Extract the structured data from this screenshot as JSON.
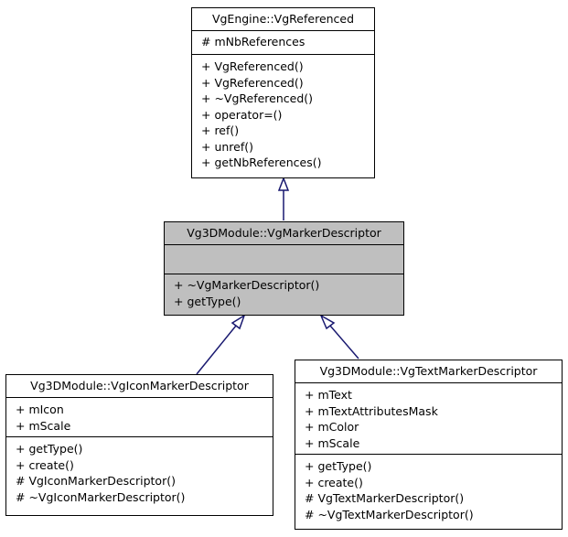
{
  "colors": {
    "edge": "#191970",
    "highlight_fill": "#bfbfbf",
    "box_border": "#000000"
  },
  "classes": {
    "vg_referenced": {
      "name": "VgEngine::VgReferenced",
      "attributes": [
        "# mNbReferences"
      ],
      "methods": [
        "+ VgReferenced()",
        "+ VgReferenced()",
        "+ ~VgReferenced()",
        "+ operator=()",
        "+ ref()",
        "+ unref()",
        "+ getNbReferences()"
      ]
    },
    "vg_marker_descriptor": {
      "name": "Vg3DModule::VgMarkerDescriptor",
      "attributes": [],
      "methods": [
        "+ ~VgMarkerDescriptor()",
        "+ getType()"
      ]
    },
    "vg_icon_marker_descriptor": {
      "name": "Vg3DModule::VgIconMarkerDescriptor",
      "attributes": [
        "+ mIcon",
        "+ mScale"
      ],
      "methods": [
        "+ getType()",
        "+ create()",
        "# VgIconMarkerDescriptor()",
        "# ~VgIconMarkerDescriptor()"
      ]
    },
    "vg_text_marker_descriptor": {
      "name": "Vg3DModule::VgTextMarkerDescriptor",
      "attributes": [
        "+ mText",
        "+ mTextAttributesMask",
        "+ mColor",
        "+ mScale"
      ],
      "methods": [
        "+ getType()",
        "+ create()",
        "# VgTextMarkerDescriptor()",
        "# ~VgTextMarkerDescriptor()"
      ]
    }
  }
}
